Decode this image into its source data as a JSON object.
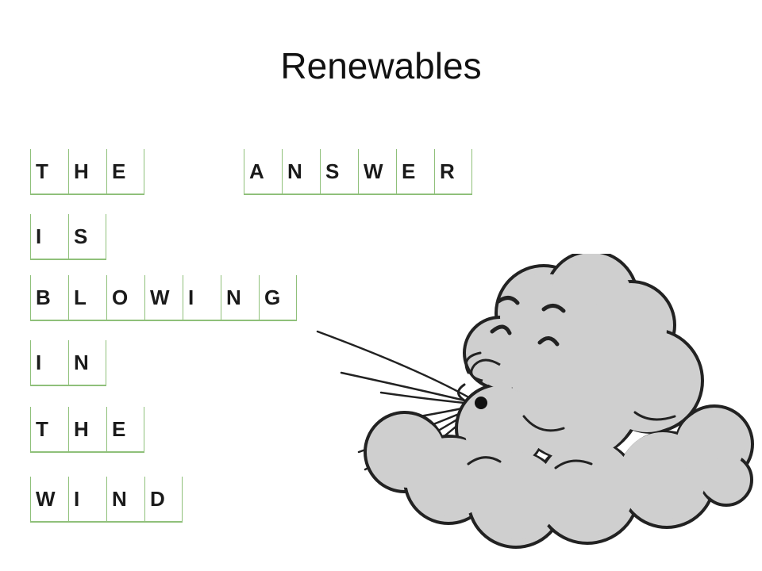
{
  "slide": {
    "title": "Renewables",
    "words": [
      [
        "T",
        "H",
        "E"
      ],
      [
        "A",
        "N",
        "S",
        "W",
        "E",
        "R"
      ],
      [
        "I",
        "S"
      ],
      [
        "B",
        "L",
        "O",
        "W",
        "I",
        "N",
        "G"
      ],
      [
        "I",
        "N"
      ],
      [
        "T",
        "H",
        "E"
      ],
      [
        "W",
        "I",
        "N",
        "D"
      ]
    ]
  },
  "colors": {
    "cell_border": "#8fc07a",
    "cloud_fill": "#cfcfcf",
    "cloud_outline": "#222222"
  },
  "illustration": {
    "icon": "blowing-wind-cloud-icon"
  }
}
